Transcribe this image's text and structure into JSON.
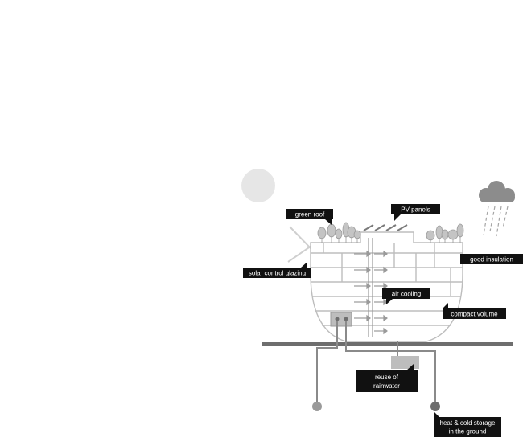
{
  "labels": {
    "green_roof": "green roof",
    "pv_panels": "PV panels",
    "solar_control_glazing": "solar control glazing",
    "good_insulation": "good insulation",
    "air_cooling": "air cooling",
    "compact_volume": "compact volume",
    "reuse_of_rainwater_line1": "reuse of",
    "reuse_of_rainwater_line2": "rainwater",
    "heat_cold_storage_line1": "heat & cold storage",
    "heat_cold_storage_line2": "in the ground"
  },
  "colors": {
    "label_bg": "#111111",
    "label_text": "#ffffff",
    "sun": "#e6e6e6",
    "cloud": "#8c8c8c",
    "building_line": "#bdbdbd",
    "ground": "#6e6e6e",
    "pipe": "#8a8a8a",
    "tree": "#c4c4c4"
  },
  "icons": {
    "sun": "sun-icon",
    "cloud": "rain-cloud-icon"
  }
}
